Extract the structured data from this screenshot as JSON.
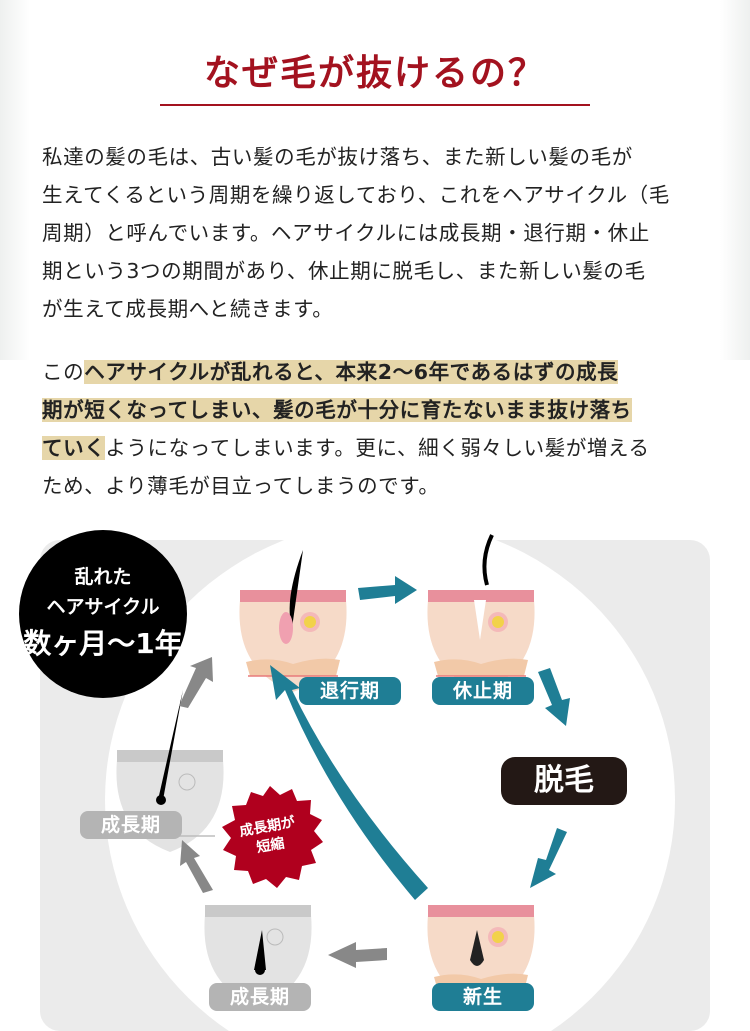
{
  "title": "なぜ毛が抜けるの？",
  "para1": [
    "私達の髪の毛は、古い髪の毛が抜け落ち、また新しい髪の毛が",
    "生えてくるという周期を繰り返しており、これをヘアサイクル（毛",
    "周期）と呼んでいます。ヘアサイクルには成長期・退行期・休止",
    "期という3つの期間があり、休止期に脱毛し、また新しい髪の毛",
    "が生えて成長期へと続きます。"
  ],
  "para2": {
    "l1a": "この",
    "l1b": "ヘアサイクルが乱れると、本来2〜6年であるはずの成長",
    "l2": "期が短くなってしまい、髪の毛が十分に育たないまま抜け落ち",
    "l3a": "ていく",
    "l3b": "ようになってしまいます。更に、細く弱々しい髪が増える",
    "l4": "ため、より薄毛が目立ってしまうのです。"
  },
  "diagram": {
    "badge": {
      "l1": "乱れた",
      "l2": "ヘアサイクル",
      "l3": "数ヶ月〜1年"
    },
    "labels": {
      "taikouki": "退行期",
      "kyushiki": "休止期",
      "datsumo": "脱毛",
      "shinsei": "新生",
      "seichouki1": "成長期",
      "seichouki2": "成長期"
    },
    "burst": {
      "l1": "成長期が",
      "l2": "短縮"
    },
    "colors": {
      "teal": "#1f7e95",
      "gray": "#b4b4b4",
      "red": "#b0001e",
      "title": "#a3121f",
      "highlight": "#e6d6a9"
    }
  }
}
